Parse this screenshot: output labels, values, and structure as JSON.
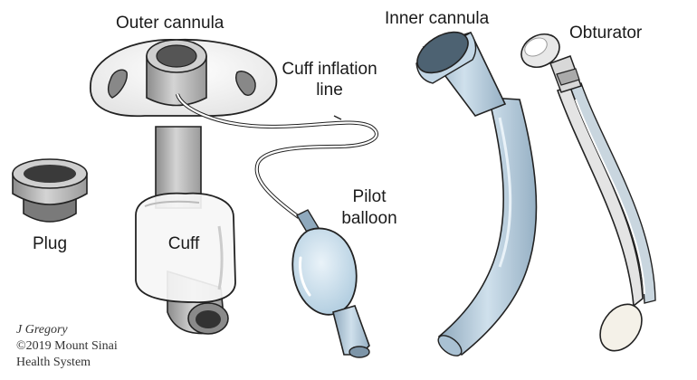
{
  "labels": {
    "outer_cannula": "Outer cannula",
    "inner_cannula": "Inner cannula",
    "obturator": "Obturator",
    "cuff_inflation_line_1": "Cuff inflation",
    "cuff_inflation_line_2": "line",
    "pilot_balloon_1": "Pilot",
    "pilot_balloon_2": "balloon",
    "plug": "Plug",
    "cuff": "Cuff"
  },
  "credit": {
    "author": "J Gregory",
    "copyright": "©2019 Mount Sinai",
    "org": "Health System"
  },
  "colors": {
    "outline": "#222222",
    "plastic_light": "#f2f2f2",
    "plastic_mid": "#d9d9d9",
    "plastic_dark": "#a8a8a8",
    "tube_blue": "#b8cfe0",
    "tube_blue_dark": "#8fa9bd",
    "balloon_blue": "#cfe2ef",
    "plug_dark": "#555555"
  }
}
